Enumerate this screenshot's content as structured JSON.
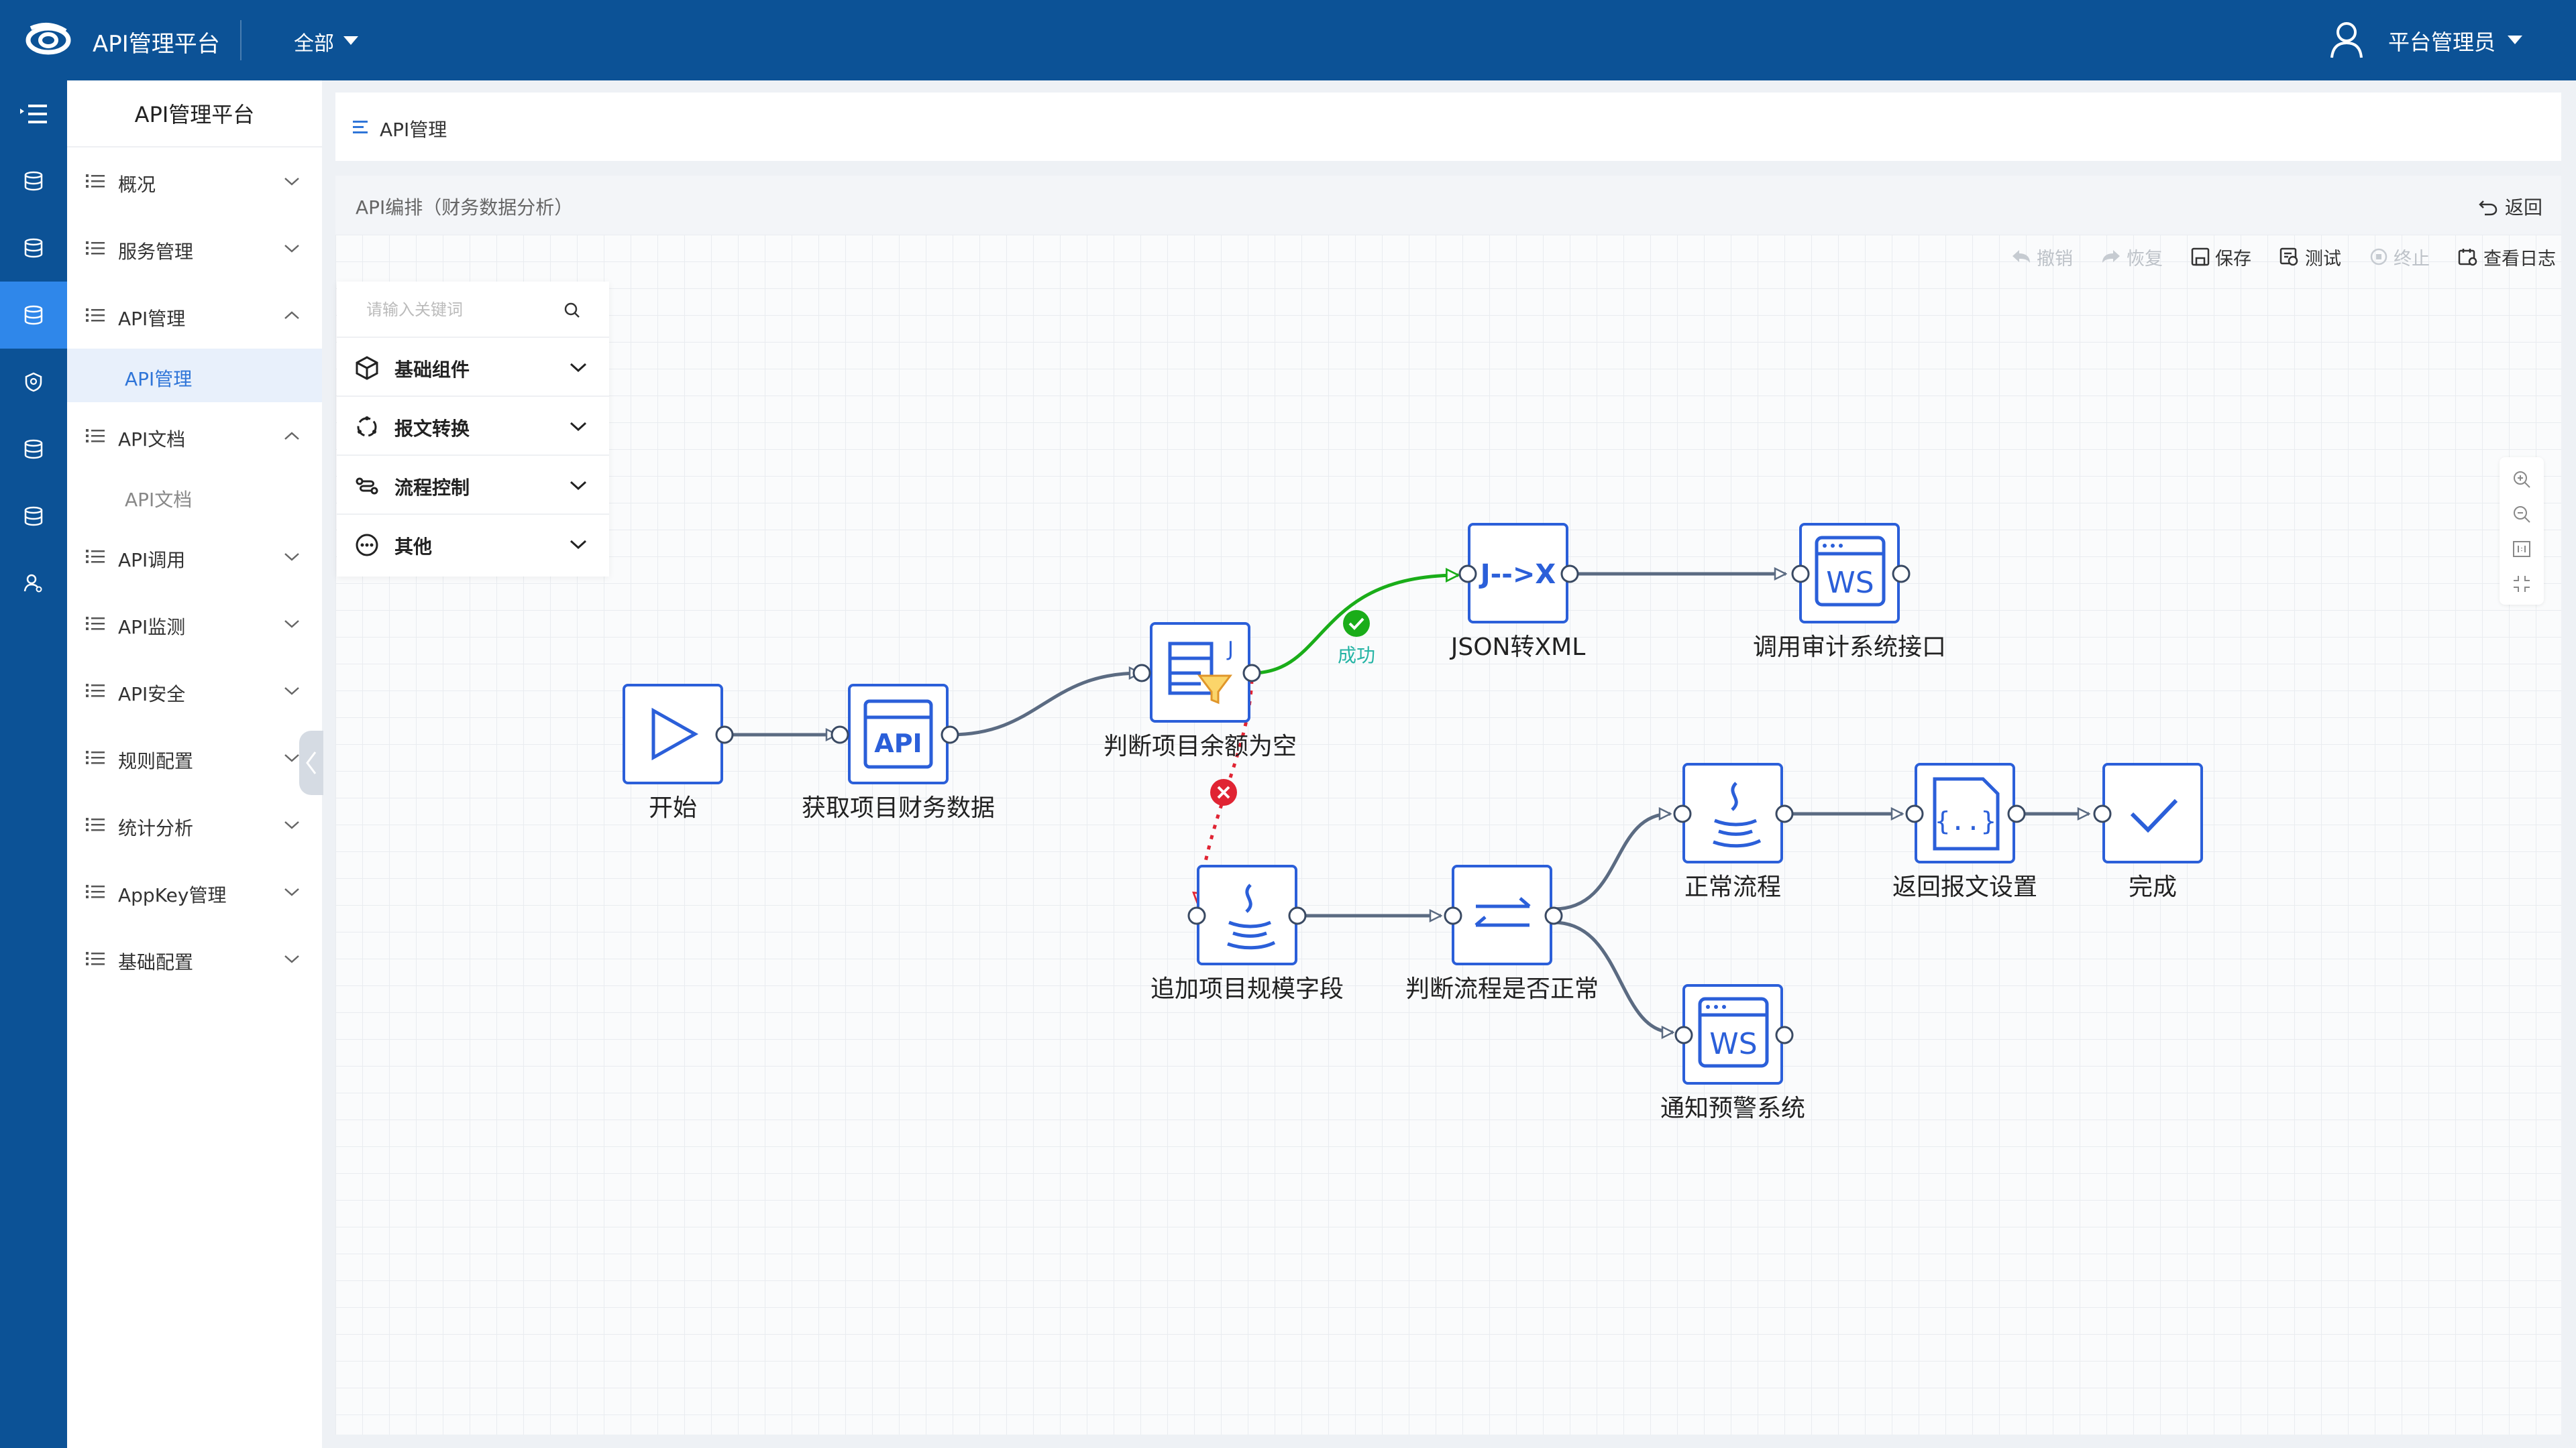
{
  "topbar": {
    "app_title": "API管理平台",
    "scope": "全部",
    "user": "平台管理员"
  },
  "sidebar": {
    "title": "API管理平台",
    "items": [
      {
        "label": "概况"
      },
      {
        "label": "服务管理"
      },
      {
        "label": "API管理",
        "sub": "API管理"
      },
      {
        "label": "API文档",
        "sub": "API文档"
      },
      {
        "label": "API调用"
      },
      {
        "label": "API监测"
      },
      {
        "label": "API安全"
      },
      {
        "label": "规则配置"
      },
      {
        "label": "统计分析"
      },
      {
        "label": "AppKey管理"
      },
      {
        "label": "基础配置"
      }
    ]
  },
  "breadcrumb": "API管理",
  "editor": {
    "title": "API编排（财务数据分析）",
    "back": "返回"
  },
  "toolbar": {
    "undo": "撤销",
    "redo": "恢复",
    "save": "保存",
    "test": "测试",
    "stop": "终止",
    "log": "查看日志"
  },
  "palette": {
    "search_placeholder": "请输入关键词",
    "groups": [
      "基础组件",
      "报文转换",
      "流程控制",
      "其他"
    ]
  },
  "flow": {
    "nodes": {
      "start": "开始",
      "fetch": "获取项目财务数据",
      "judge_empty": "判断项目余额为空",
      "json_xml": "JSON转XML",
      "audit": "调用审计系统接口",
      "append": "追加项目规模字段",
      "judge_normal": "判断流程是否正常",
      "normal": "正常流程",
      "return_set": "返回报文设置",
      "done": "完成",
      "notify": "通知预警系统"
    },
    "edge_success": "成功",
    "icon_text": {
      "api": "API",
      "jx": "J-->X",
      "ws": "WS",
      "json_brace": "{..}",
      "j": "J"
    }
  },
  "colors": {
    "topbar": "#0c5296",
    "accent": "#2f87ea",
    "node_stroke": "#2b5fd9",
    "success": "#1aad19",
    "error": "#e02433"
  }
}
